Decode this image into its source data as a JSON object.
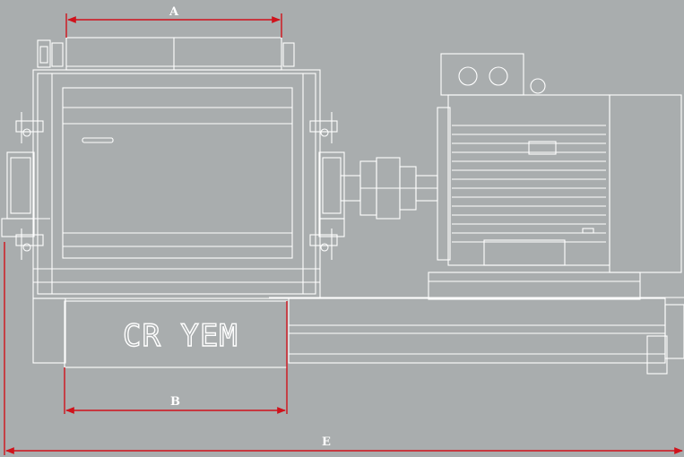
{
  "diagram": {
    "dimensions": [
      {
        "id": "A",
        "label": "A"
      },
      {
        "id": "B",
        "label": "B"
      },
      {
        "id": "E",
        "label": "E"
      }
    ],
    "logo": {
      "text": "CR YEM"
    },
    "colors": {
      "background": "#a9adae",
      "linework": "#ffffff",
      "dimension_lines": "#d0121b"
    }
  }
}
